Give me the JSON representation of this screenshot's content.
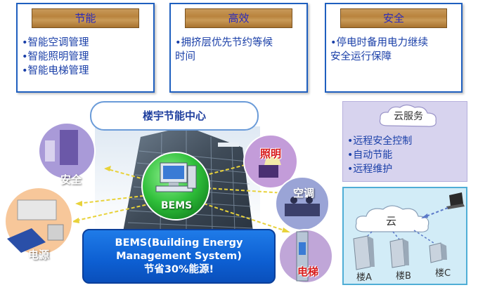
{
  "features": [
    {
      "title": "节能",
      "items": [
        "•智能空调管理",
        "•智能照明管理",
        "•智能电梯管理"
      ]
    },
    {
      "title": "高效",
      "items": [
        "•拥挤层优先节约等候",
        "时间"
      ]
    },
    {
      "title": "安全",
      "items": [
        "•停电时备用电力继续",
        "安全运行保障"
      ]
    }
  ],
  "cloud_service": {
    "title": "云服务",
    "items": [
      "•远程安全控制",
      "•自动节能",
      "•远程维护"
    ]
  },
  "network": {
    "cloud_label": "云",
    "buildings": [
      "楼A",
      "楼B",
      "楼C"
    ]
  },
  "center": {
    "title": "楼宇节能中心",
    "bems_label": "BEMS",
    "banner_line1": "BEMS(Building Energy",
    "banner_line2": "Management System)",
    "banner_line3": "节省30%能源!"
  },
  "bubbles": {
    "security": "安全",
    "power": "电源",
    "lighting": "照明",
    "air_conditioning": "空调",
    "elevator": "电梯"
  },
  "colors": {
    "box_border": "#1f5fbf",
    "text_blue": "#1a3fa8",
    "bems_green": "#2fbf3a",
    "banner_blue": "#0d5fd2",
    "arrow_yellow": "#e8d23a"
  }
}
